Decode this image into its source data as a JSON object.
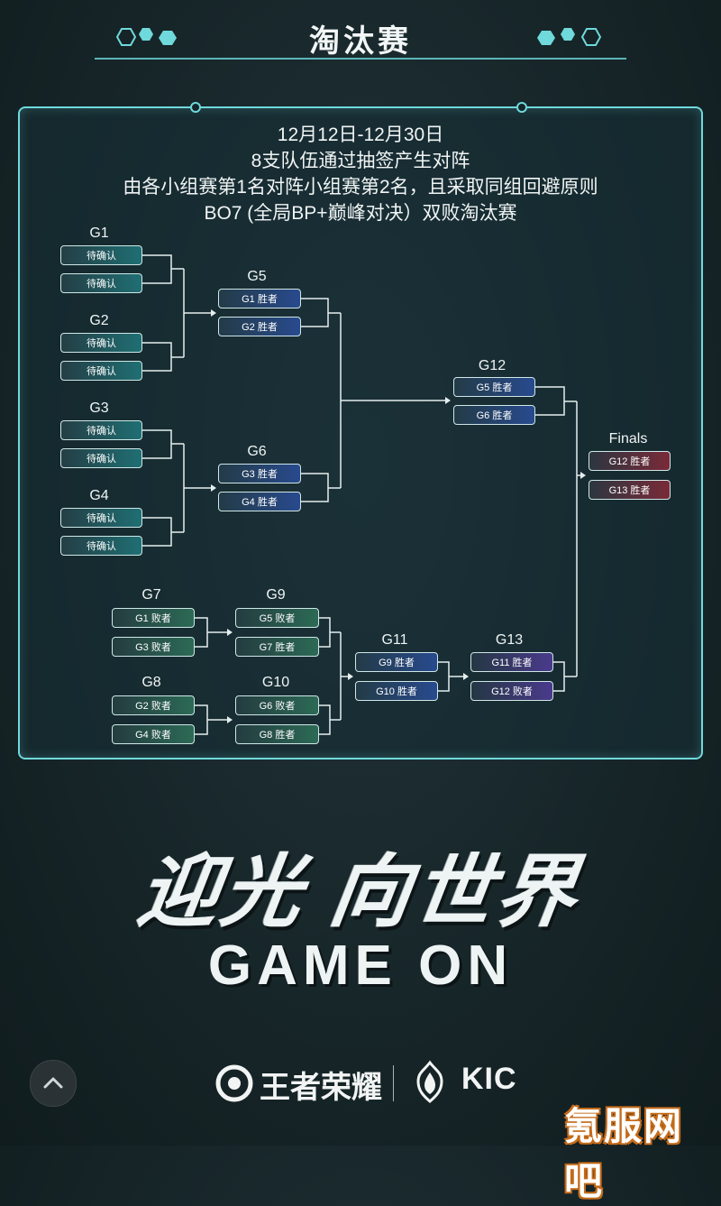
{
  "header": {
    "title": "淘汰赛"
  },
  "info": {
    "line1": "12月12日-12月30日",
    "line2": "8支队伍通过抽签产生对阵",
    "line3": "由各小组赛第1名对阵小组赛第2名，且采取同组回避原则",
    "line4": "BO7 (全局BP+巅峰对决）双败淘汰赛"
  },
  "bracket": {
    "g1": {
      "label": "G1",
      "slots": [
        "待确认",
        "待确认"
      ]
    },
    "g2": {
      "label": "G2",
      "slots": [
        "待确认",
        "待确认"
      ]
    },
    "g3": {
      "label": "G3",
      "slots": [
        "待确认",
        "待确认"
      ]
    },
    "g4": {
      "label": "G4",
      "slots": [
        "待确认",
        "待确认"
      ]
    },
    "g5": {
      "label": "G5",
      "slots": [
        "G1 胜者",
        "G2 胜者"
      ]
    },
    "g6": {
      "label": "G6",
      "slots": [
        "G3 胜者",
        "G4 胜者"
      ]
    },
    "g12": {
      "label": "G12",
      "slots": [
        "G5 胜者",
        "G6 胜者"
      ]
    },
    "finals": {
      "label": "Finals",
      "slots": [
        "G12 胜者",
        "G13 胜者"
      ]
    },
    "g7": {
      "label": "G7",
      "slots": [
        "G1 败者",
        "G3 败者"
      ]
    },
    "g8": {
      "label": "G8",
      "slots": [
        "G2 败者",
        "G4 败者"
      ]
    },
    "g9": {
      "label": "G9",
      "slots": [
        "G5 败者",
        "G7 胜者"
      ]
    },
    "g10": {
      "label": "G10",
      "slots": [
        "G6 败者",
        "G8 胜者"
      ]
    },
    "g11": {
      "label": "G11",
      "slots": [
        "G9 胜者",
        "G10 胜者"
      ]
    },
    "g13": {
      "label": "G13",
      "slots": [
        "G11 胜者",
        "G12 败者"
      ]
    }
  },
  "slogan": {
    "cn": "迎光 向世界",
    "en": "GAME ON"
  },
  "logos": {
    "wzry": "王者荣耀",
    "kic": "KIC"
  },
  "watermark": "氪服网吧",
  "colors": {
    "accent": "#6fd9dc",
    "background": "#172629"
  },
  "icons": {
    "scroll_up": "chevron-up-icon"
  }
}
